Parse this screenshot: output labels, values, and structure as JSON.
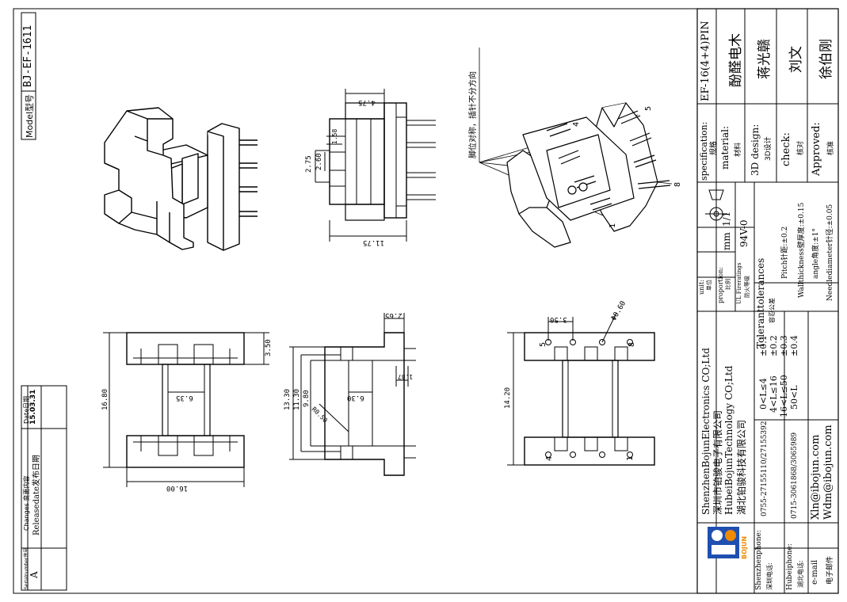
{
  "model": {
    "label": "Model型号",
    "value": "BJ-EF-1611"
  },
  "changes": {
    "col_serial": "Serialnumber序号",
    "col_changes": "Changes 变更内容",
    "col_date": "Date日期",
    "row_serial": "A",
    "row_change": "Releasedate发布日期",
    "row_date": "15.03.31"
  },
  "dims": {
    "top_width": "4.75",
    "side_h1": "2.75",
    "side_h2": "2.60",
    "side_h3": "1.58",
    "side_width": "11.75",
    "front_h1": "3.50",
    "front_w1": "6.35",
    "front_h2": "16.80",
    "front_width": "16.00",
    "mid_a": "2.65",
    "mid_b": "1.87",
    "mid_c": "13.30",
    "mid_d": "11.30",
    "mid_e": "9.80",
    "mid_f": "6.30",
    "mid_r": "R0.50",
    "pin_pitch": "3.50",
    "pin_dia": "Φ0.60",
    "pin_span": "14.20"
  },
  "pins": {
    "p1": "1",
    "p4": "4",
    "p5": "5",
    "p8": "8",
    "v4": "4",
    "v5": "5",
    "v1": "1",
    "v8": "8"
  },
  "iso_note": "脚位对称，插针不分方向",
  "title_block": {
    "spec_label": "specification:",
    "spec_cn": "规格",
    "spec_value": "EF-16(4+4)PIN",
    "material_label": "material:",
    "material_cn": "材料",
    "material_value": "酚醛电木",
    "design_label": "3D design:",
    "design_cn": "3D设计",
    "design_value": "蒋光赣",
    "check_label": "check:",
    "check_cn": "核对",
    "check_value": "刘文",
    "approved_label": "Approved:",
    "approved_cn": "核准",
    "approved_value": "徐伯刚",
    "unit_label": "unit:",
    "unit_cn": "单位",
    "unit_value": "mm",
    "proportion_label": "proportion:",
    "proportion_cn": "比例",
    "proportion_value": "1/1",
    "ul_label": "UL Fireratings",
    "ul_cn": "防火等级",
    "ul_value": "94V-0",
    "tol_title": "Toleranttolerances",
    "tol_cn": "容忍公差",
    "tol_rows": [
      "0<L≤4",
      "4<L≤16",
      "16<L≤50",
      "50<L"
    ],
    "tol_vals": [
      "±0.1",
      "±0.2",
      "±0.3",
      "±0.4"
    ],
    "pitch": "Pitch针距:±0.2",
    "wall": "Wallthickness壁厚度:±0.15",
    "angle": "angle角度:±1°",
    "needle": "Needlediameter针径:±0.05",
    "company_en1": "ShenzhenBojunElectronics CO;Ltd",
    "company_cn1": "深圳市铂骏电子有限公司",
    "company_en2": "HubeiBojunTechnology CO;Ltd",
    "company_cn2": "湖北铂骏科技有限公司",
    "sz_label": "Shenzhenphone:",
    "sz_cn": "深圳电话:",
    "sz_value": "0755-27155110/27155392",
    "hb_label": "Hubeiphone:",
    "hb_cn": "湖北电话:",
    "hb_value": "0715-3061868/3065989",
    "mail_label": "e-mail",
    "mail_cn": "电子邮件",
    "mail1": "Xln@ibojun.com",
    "mail2": "Wdm@ibojun.com",
    "logo_text": "BOJUN"
  },
  "colors": {
    "line": "#000000",
    "logo_blue": "#1f4fb0",
    "logo_orange": "#f08a00"
  }
}
